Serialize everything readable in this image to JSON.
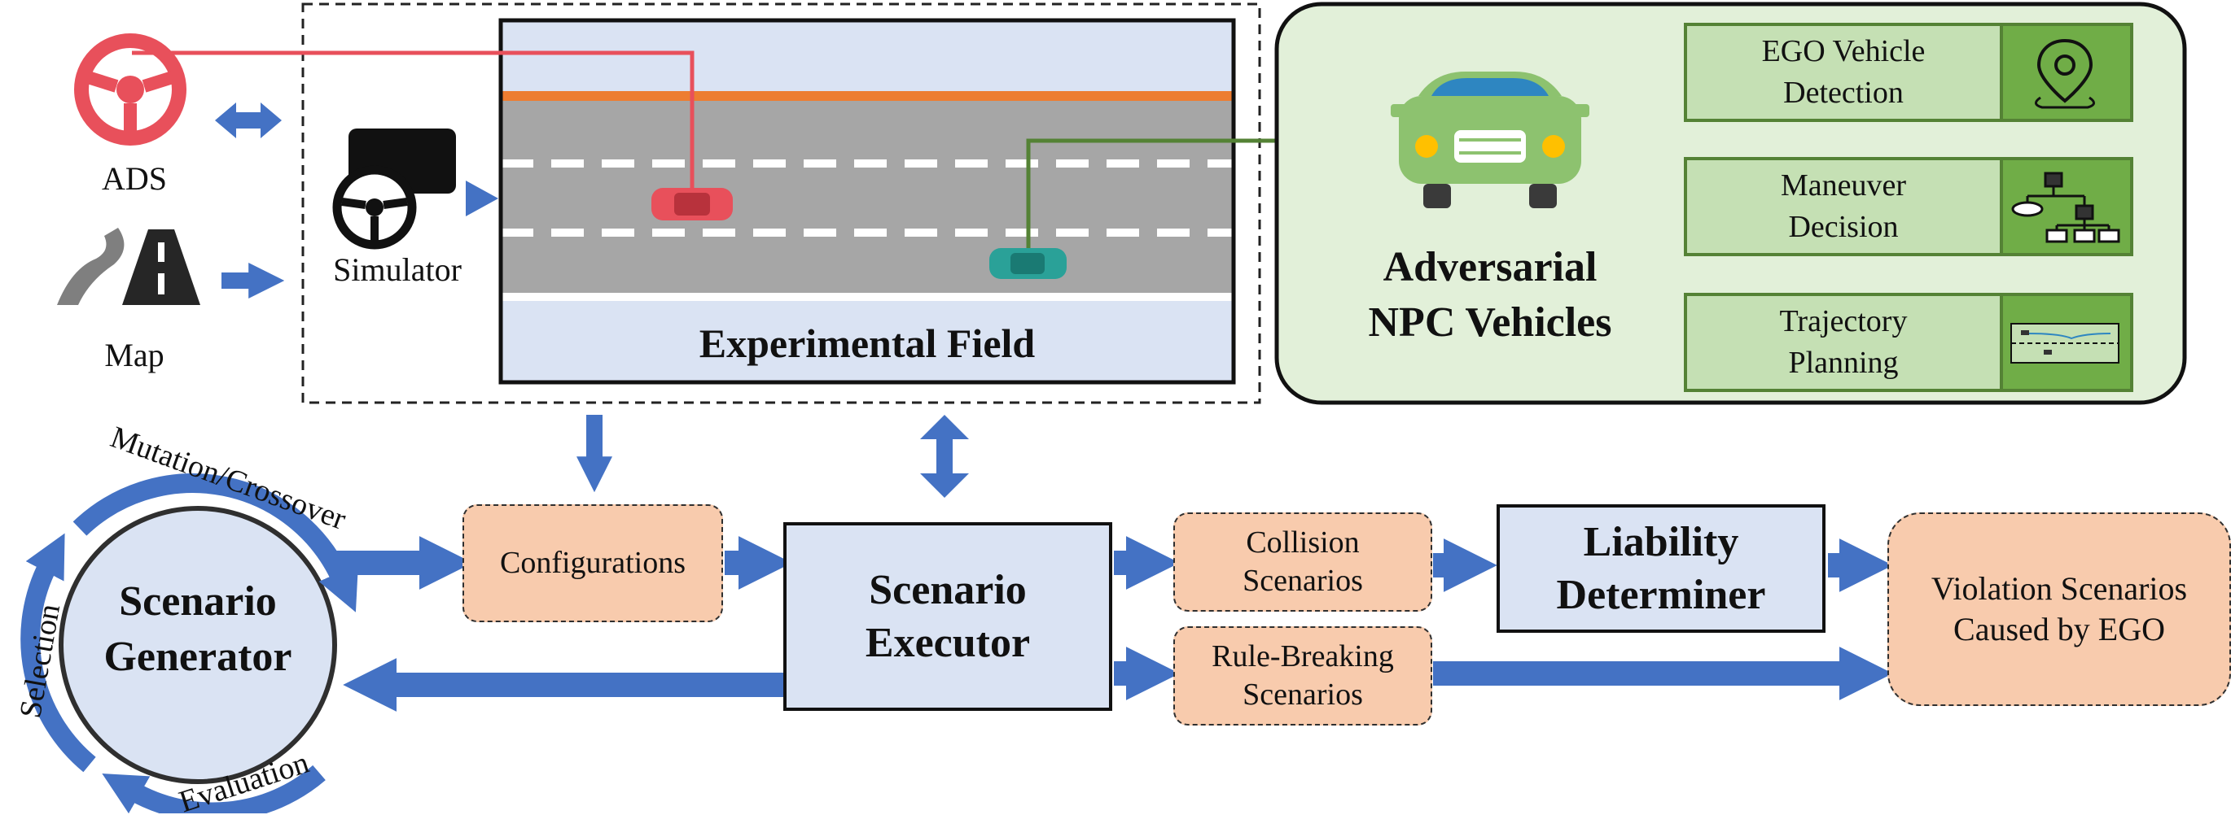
{
  "inputs": {
    "ads_label": "ADS",
    "map_label": "Map",
    "simulator_label": "Simulator"
  },
  "field": {
    "title": "Experimental Field"
  },
  "npc": {
    "title_line1": "Adversarial",
    "title_line2": "NPC Vehicles",
    "modules": [
      {
        "line1": "EGO Vehicle",
        "line2": "Detection",
        "icon": "location-pin-icon"
      },
      {
        "line1": "Maneuver",
        "line2": "Decision",
        "icon": "flowchart-icon"
      },
      {
        "line1": "Trajectory",
        "line2": "Planning",
        "icon": "trajectory-icon"
      }
    ]
  },
  "generator": {
    "title_line1": "Scenario",
    "title_line2": "Generator",
    "cycle": {
      "mutation": "Mutation/Crossover",
      "selection": "Selection",
      "evaluation": "Evaluation"
    }
  },
  "flow": {
    "configurations": "Configurations",
    "executor_line1": "Scenario",
    "executor_line2": "Executor",
    "collision_line1": "Collision",
    "collision_line2": "Scenarios",
    "rule_line1": "Rule-Breaking",
    "rule_line2": "Scenarios",
    "liability_line1": "Liability",
    "liability_line2": "Determiner",
    "violation_line1": "Violation Scenarios",
    "violation_line2": "Caused by EGO"
  },
  "colors": {
    "arrow_blue": "#4472c4",
    "ads_red": "#e8505b",
    "npc_green": "#548235",
    "panel_green": "#e2f0d9",
    "orange_box": "#f8cbad",
    "light_blue_box": "#dae3f3"
  }
}
